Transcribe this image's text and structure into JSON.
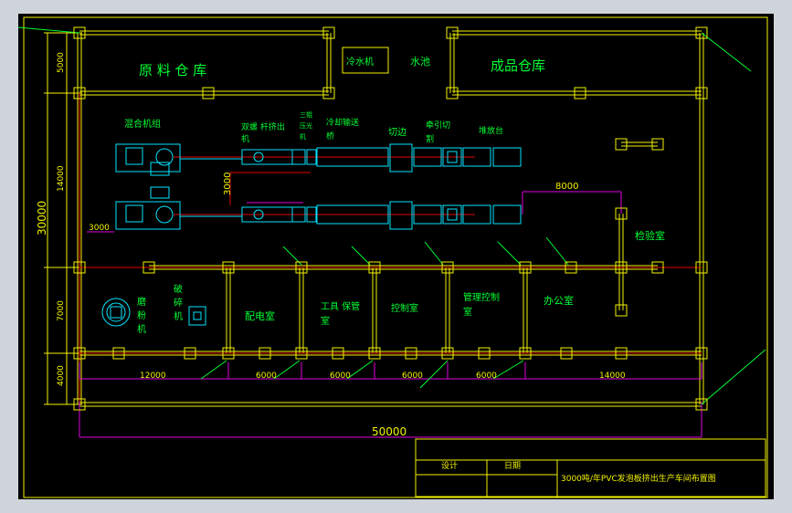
{
  "drawing": {
    "title": "3000吨/年PVC发泡板挤出生产车间布置图",
    "design_label": "设计",
    "date_label": "日期"
  },
  "rooms": {
    "raw_warehouse": "原  料  仓  库",
    "chiller": "冷水机",
    "pool": "水池",
    "finished_warehouse": "成品仓库",
    "inspection": "检验室",
    "power_room": "配电室",
    "tool_storage_1": "工具 保管",
    "tool_storage_2": "室",
    "control_room": "控制室",
    "management_1": "管理控制",
    "management_2": "室",
    "office": "办公室"
  },
  "equipment": {
    "mixer": "混合机组",
    "extruder_1": "双螺 杆挤出",
    "extruder_2": "机",
    "calender_1": "三辊",
    "calender_2": "压光",
    "calender_3": "机",
    "cooling_1": "冷却输送",
    "cooling_2": "桥",
    "edge_cut": "切边",
    "haul_1": "牵引切",
    "haul_2": "割",
    "stacking": "堆放台",
    "grinder_1": "磨",
    "grinder_2": "粉",
    "grinder_3": "机",
    "crusher_1": "破",
    "crusher_2": "碎",
    "crusher_3": "机"
  },
  "dimensions": {
    "d5000": "5000",
    "d14000_left": "14000",
    "d30000": "30000",
    "d7000": "7000",
    "d4000": "4000",
    "d3000_v": "3000",
    "d3000_h": "3000",
    "d8000": "8000",
    "d12000": "12000",
    "d6000_a": "6000",
    "d6000_b": "6000",
    "d6000_c": "6000",
    "d6000_d": "6000",
    "d14000_bottom": "14000",
    "d50000": "50000"
  },
  "colors": {
    "background": "#000000",
    "wall": "#f2f200",
    "equipment": "#00e5ff",
    "text": "#00ff33",
    "dimension": "#e000e0",
    "axis": "#e00000",
    "title_text": "#f2f200"
  }
}
